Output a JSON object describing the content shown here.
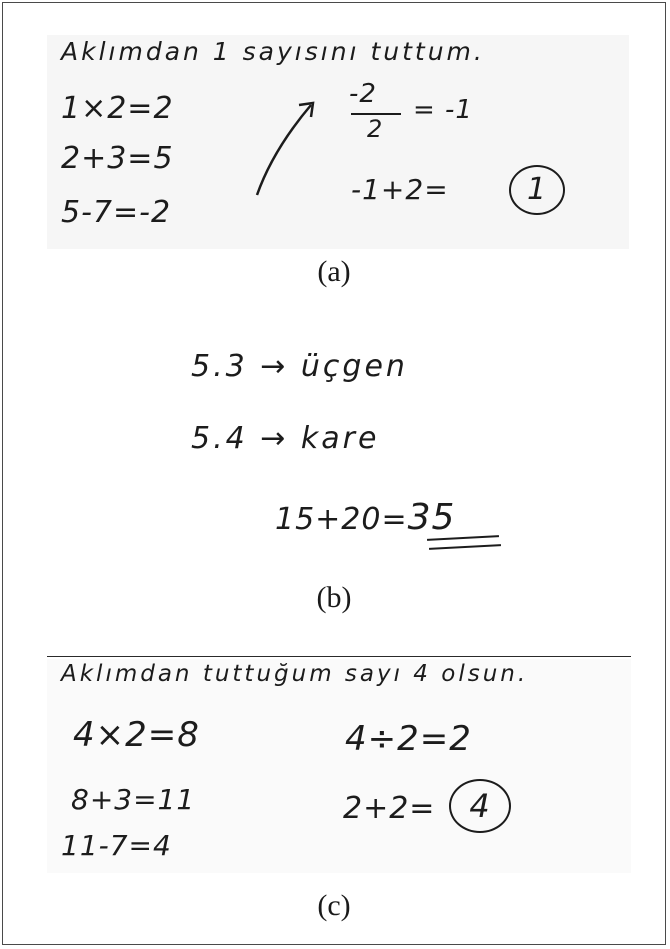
{
  "panel_a": {
    "heading": "Aklımdan 1 sayısını tuttum.",
    "left_lines": [
      "1×2=2",
      "2+3=5",
      "5-7=-2"
    ],
    "fraction_numerator": "-2",
    "fraction_denominator": "2",
    "fraction_result": "= -1",
    "final_expr": "-1+2=",
    "final_answer": "1",
    "caption": "(a)"
  },
  "panel_b": {
    "lines": [
      "5.3 → üçgen",
      "5.4 → kare"
    ],
    "sum_expr": "15+20=",
    "sum_answer": "35",
    "caption": "(b)"
  },
  "panel_c": {
    "heading": "Aklımdan tuttuğum sayı 4 olsun.",
    "left_lines": [
      "4×2=8",
      "8+3=11",
      "11-7=4"
    ],
    "right_lines": [
      "4÷2=2"
    ],
    "final_expr": "2+2=",
    "final_answer": "4",
    "caption": "(c)"
  }
}
